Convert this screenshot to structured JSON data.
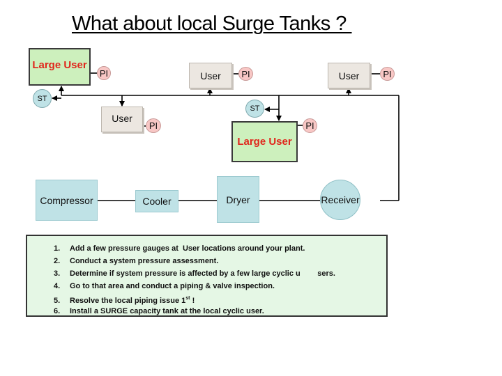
{
  "title": "What about local Surge Tanks ? ",
  "nodes": {
    "large_user_1": "Large User",
    "large_user_2": "Large User",
    "user_1": "User",
    "user_2": "User",
    "user_3": "User",
    "compressor": "Compressor",
    "cooler": "Cooler",
    "dryer": "Dryer",
    "receiver": "Receiver"
  },
  "gauges": {
    "pi": "PI",
    "st": "ST"
  },
  "notes": {
    "items": [
      {
        "num": "1.",
        "text": "Add a few pressure gauges at  User locations around your plant."
      },
      {
        "num": "2.",
        "text": "Conduct a system pressure assessment."
      },
      {
        "num": "3.",
        "text": "Determine if system pressure is affected by a few large cyclic u        sers."
      },
      {
        "num": "4.",
        "text": "Go to that area and conduct a piping & valve inspection."
      },
      {
        "num": "5.",
        "text_before": "Resolve the local piping issue 1",
        "sup": "st",
        "text_after": " !"
      },
      {
        "num": "6.",
        "text": "Install a SURGE capacity tank at the local cyclic user."
      }
    ]
  }
}
